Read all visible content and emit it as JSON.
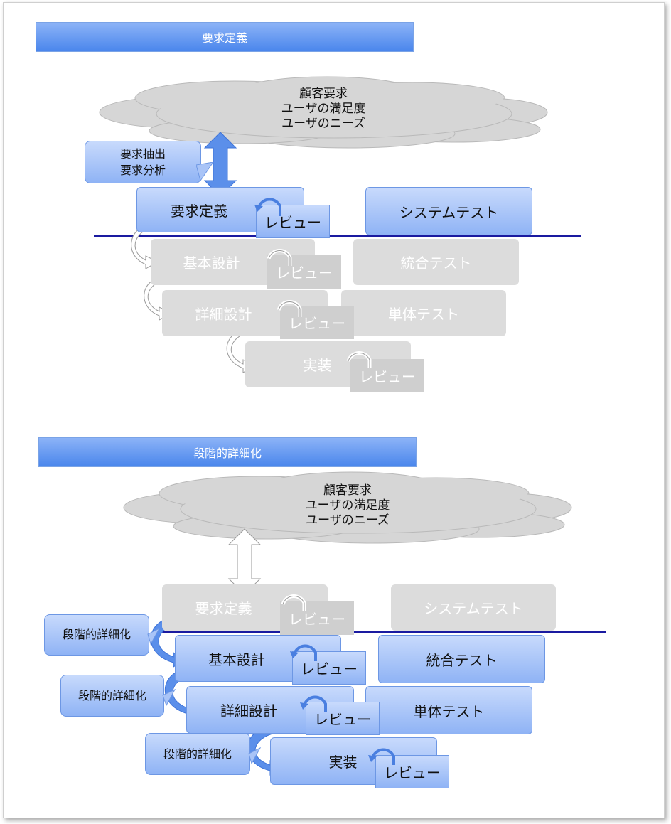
{
  "sections": [
    {
      "header": "要求定義",
      "cloud": {
        "lines": [
          "顧客要求",
          "ユーザの満足度",
          "ユーザのニーズ"
        ]
      },
      "callout": {
        "lines": [
          "要求抽出",
          "要求分析"
        ]
      },
      "boxes": {
        "requirements": "要求定義",
        "system_test": "システムテスト",
        "basic_design": "基本設計",
        "integration_test": "統合テスト",
        "detail_design": "詳細設計",
        "unit_test": "単体テスト",
        "implementation": "実装"
      },
      "review_label": "レビュー"
    },
    {
      "header": "段階的詳細化",
      "cloud": {
        "lines": [
          "顧客要求",
          "ユーザの満足度",
          "ユーザのニーズ"
        ]
      },
      "callouts": [
        "段階的詳細化",
        "段階的詳細化",
        "段階的詳細化"
      ],
      "boxes": {
        "requirements": "要求定義",
        "system_test": "システムテスト",
        "basic_design": "基本設計",
        "integration_test": "統合テスト",
        "detail_design": "詳細設計",
        "unit_test": "単体テスト",
        "implementation": "実装"
      },
      "review_label": "レビュー"
    }
  ],
  "colors": {
    "accent_blue": "#4a86ec",
    "box_blue": "#a9c4f7",
    "inactive_gray": "#dcdcdc",
    "divider_line": "#1a1aa0",
    "cloud_gray": "#d6d6d6"
  }
}
